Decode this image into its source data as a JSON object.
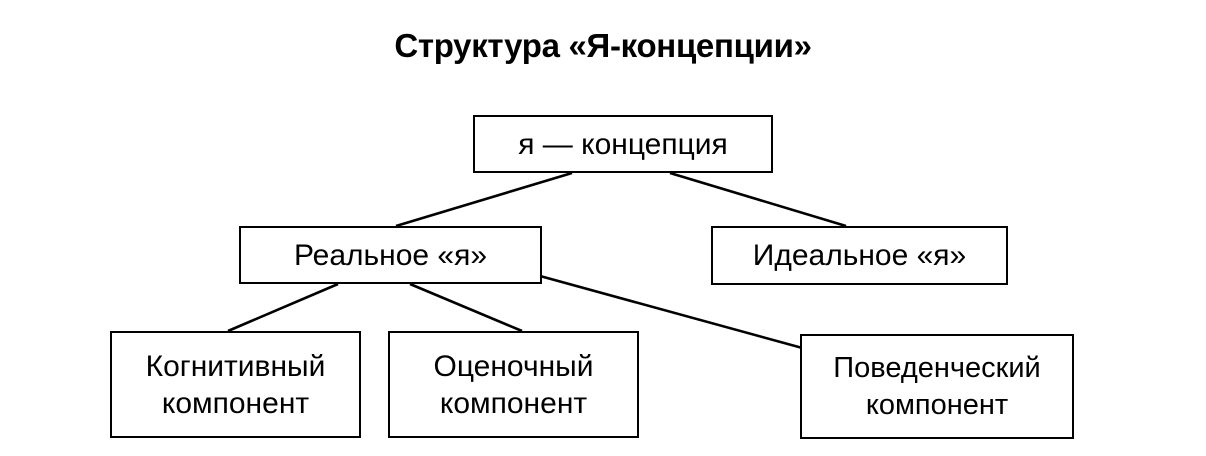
{
  "title": "Структура «Я-концепции»",
  "nodes": {
    "root": {
      "label": "я — концепция"
    },
    "real_self": {
      "label": "Реальное «я»"
    },
    "ideal_self": {
      "label": "Идеальное «я»"
    },
    "cognitive": {
      "line1": "Когнитивный",
      "line2": "компонент"
    },
    "evaluative": {
      "line1": "Оценочный",
      "line2": "компонент"
    },
    "behavioral": {
      "line1": "Поведенческий",
      "line2": "компонент"
    }
  },
  "colors": {
    "line": "#000000",
    "background": "#ffffff"
  }
}
